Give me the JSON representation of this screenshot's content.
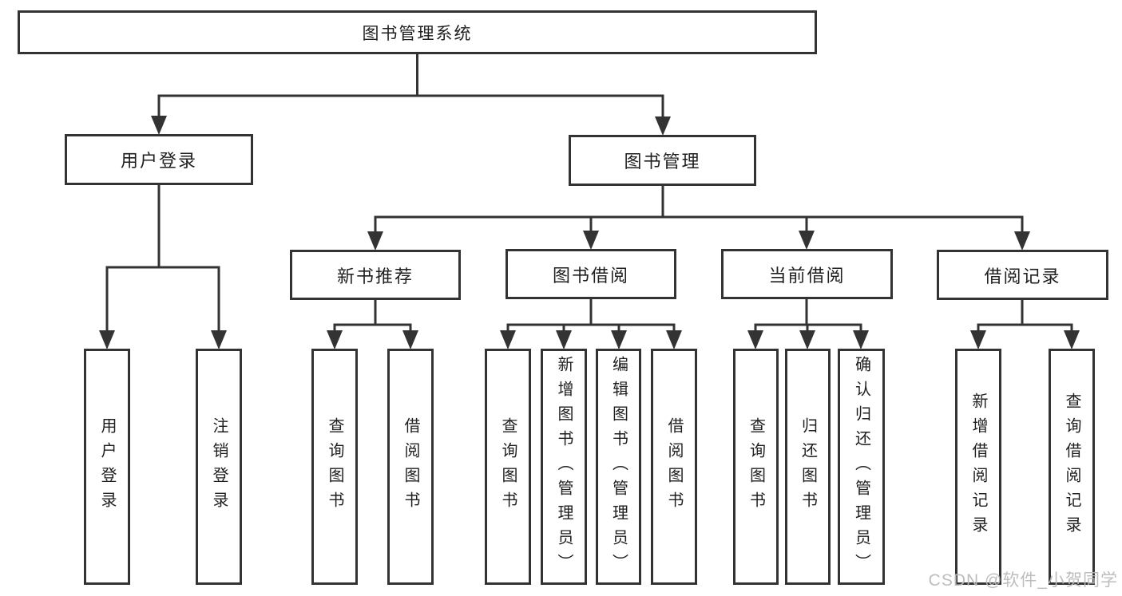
{
  "diagram": {
    "root": {
      "label": "图书管理系统"
    },
    "level2": [
      {
        "label": "用户登录"
      },
      {
        "label": "图书管理"
      }
    ],
    "level3": [
      {
        "label": "新书推荐"
      },
      {
        "label": "图书借阅"
      },
      {
        "label": "当前借阅"
      },
      {
        "label": "借阅记录"
      }
    ],
    "leaves": {
      "user_login": [
        "用户登录",
        "注销登录"
      ],
      "new_book": [
        "查询图书",
        "借阅图书"
      ],
      "book_borrow": [
        "查询图书",
        "新增图书（管理员）",
        "编辑图书（管理员）",
        "借阅图书"
      ],
      "current_borrow": [
        "查询图书",
        "归还图书",
        "确认归还（管理员）"
      ],
      "borrow_record": [
        "新增借阅记录",
        "查询借阅记录"
      ]
    }
  },
  "watermark": {
    "text": "CSDN @软件_小贺同学"
  },
  "colors": {
    "line": "#333333",
    "text": "#1f1f1f",
    "watermark": "#b9b9b9",
    "background": "#ffffff"
  }
}
